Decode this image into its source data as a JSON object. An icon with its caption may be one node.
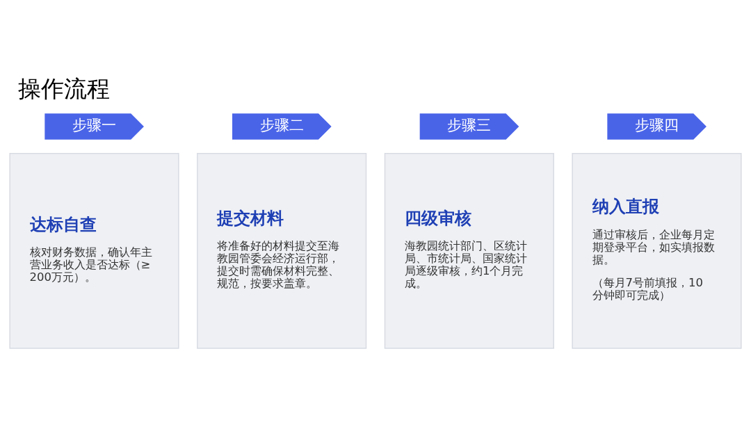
{
  "diagram": {
    "title": "操作流程",
    "nodes": [
      {
        "text": [
          "步骤一"
        ]
      },
      {
        "text": [
          "达标自查",
          "核对财务数据，确认年主营业务收入是否达标（≥200万元）。"
        ]
      },
      {
        "text": [
          "步骤二"
        ]
      },
      {
        "text": [
          "提交材料",
          "将准备好的材料提交至海教园管委会经济运行部，提交时需确保材料完整、规范，按要求盖章。"
        ]
      },
      {
        "text": [
          "步骤三"
        ]
      },
      {
        "text": [
          "四级审核",
          "海教园统计部门、区统计局、市统计局、国家统计局逐级审核，约1个月完成。"
        ]
      },
      {
        "text": [
          "步骤四"
        ]
      },
      {
        "text": [
          "纳入直报",
          "通过审核后，企业每月定期登录平台，如实填报数据。",
          "（每月7号前填报，10分钟即可完成）"
        ]
      }
    ],
    "edges": []
  }
}
